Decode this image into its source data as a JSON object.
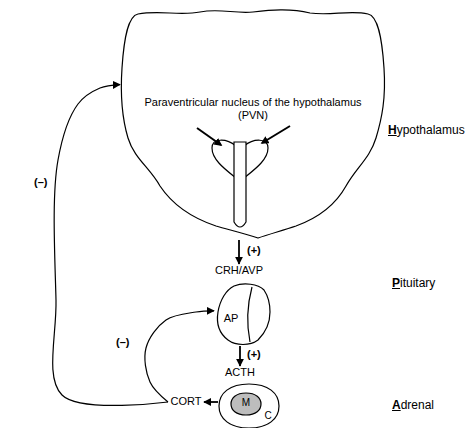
{
  "diagram": {
    "nodes": [
      {
        "text": [
          "Paraventricular nucleus of the hypothalamus (PVN)"
        ]
      },
      {
        "text": [
          "CRH/AVP"
        ]
      },
      {
        "text": [
          "AP"
        ]
      },
      {
        "text": [
          "ACTH"
        ]
      },
      {
        "text": [
          "CORT"
        ]
      },
      {
        "text": [
          "C"
        ]
      },
      {
        "text": [
          "M"
        ],
        "in": 5
      }
    ],
    "edges": [
      {
        "from": 0,
        "to": 1,
        "label": "(+)",
        "arrow": "to"
      },
      {
        "from": 2,
        "to": 3,
        "label": "(+)",
        "arrow": "to"
      },
      {
        "from": 5,
        "to": 4,
        "arrow": "to"
      },
      {
        "from": 4,
        "to": 0,
        "label": "(–)",
        "arrow": "to"
      },
      {
        "from": 4,
        "to": 2,
        "label": "(–)",
        "arrow": "to"
      }
    ],
    "labels": [
      "Hypothalamus",
      "Pituitary",
      "Adrenal"
    ]
  }
}
